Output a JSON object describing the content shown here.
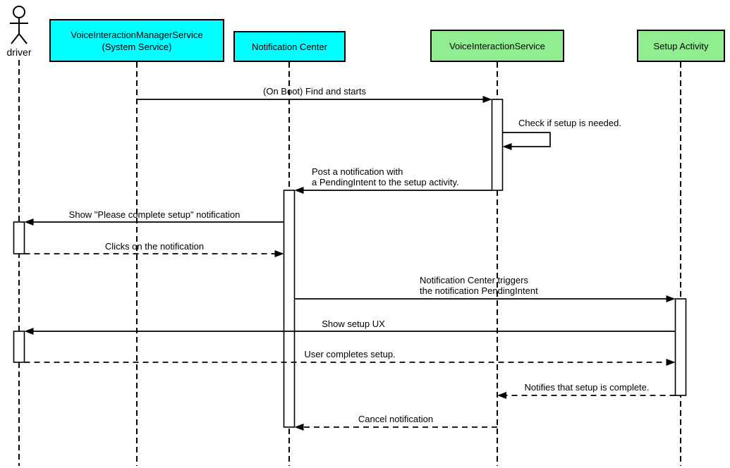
{
  "diagram": {
    "type": "uml-sequence-diagram",
    "actor": {
      "label": "driver"
    },
    "participants": [
      {
        "id": "voice-interaction-manager-service",
        "lines": [
          "VoiceInteractionManagerService",
          "(System Service)"
        ],
        "fill": "#00ffff"
      },
      {
        "id": "notification-center",
        "lines": [
          "Notification Center"
        ],
        "fill": "#00ffff"
      },
      {
        "id": "voice-interaction-service",
        "lines": [
          "VoiceInteractionService"
        ],
        "fill": "#90ee90"
      },
      {
        "id": "setup-activity",
        "lines": [
          "Setup Activity"
        ],
        "fill": "#90ee90"
      }
    ],
    "messages": [
      {
        "lines": [
          "(On Boot) Find and starts"
        ],
        "from": "VoiceInteractionManagerService (System Service)",
        "to": "VoiceInteractionService",
        "line_style": "solid"
      },
      {
        "lines": [
          "Check if setup is needed."
        ],
        "from": "VoiceInteractionService",
        "to": "VoiceInteractionService",
        "line_style": "solid",
        "self_message": true
      },
      {
        "lines": [
          "Post a notification with",
          "a PendingIntent to the setup activity."
        ],
        "from": "VoiceInteractionService",
        "to": "Notification Center",
        "line_style": "solid"
      },
      {
        "lines": [
          "Show \"Please complete setup\" notification"
        ],
        "from": "Notification Center",
        "to": "driver",
        "line_style": "solid"
      },
      {
        "lines": [
          "Clicks on the notification"
        ],
        "from": "driver",
        "to": "Notification Center",
        "line_style": "dashed"
      },
      {
        "lines": [
          "Notification Center triggers",
          "the notification PendingIntent"
        ],
        "from": "Notification Center",
        "to": "Setup Activity",
        "line_style": "solid"
      },
      {
        "lines": [
          "Show setup UX"
        ],
        "from": "Setup Activity",
        "to": "driver",
        "line_style": "solid"
      },
      {
        "lines": [
          "User completes setup."
        ],
        "from": "driver",
        "to": "Setup Activity",
        "line_style": "dashed"
      },
      {
        "lines": [
          "Notifies that setup is complete."
        ],
        "from": "Setup Activity",
        "to": "VoiceInteractionService",
        "line_style": "dashed"
      },
      {
        "lines": [
          "Cancel notification"
        ],
        "from": "VoiceInteractionService",
        "to": "Notification Center",
        "line_style": "dashed"
      }
    ],
    "colors": {
      "participant_cyan": "#00ffff",
      "participant_green": "#90ee90",
      "line": "#000000",
      "background": "#ffffff"
    }
  }
}
